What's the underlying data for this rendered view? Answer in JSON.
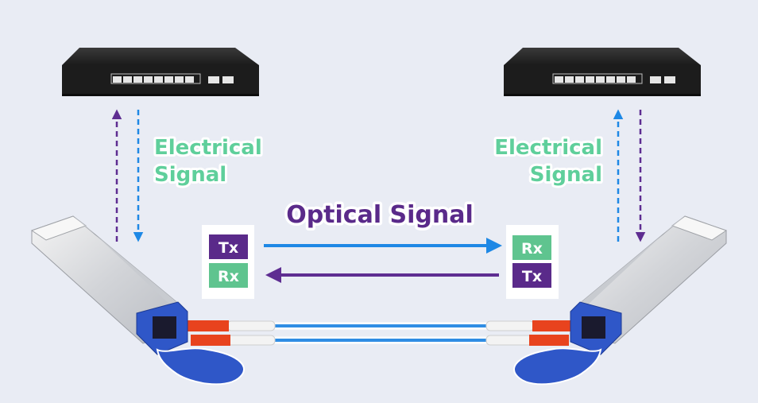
{
  "colors": {
    "background": "#e9ecf4",
    "electrical_text": "#5fcf9b",
    "optical_text": "#5a2a8a",
    "tx_box": "#5a2a8a",
    "rx_box": "#5fc48f",
    "arrow_blue": "#1e88e5",
    "arrow_purple": "#5e2d91",
    "module_latch": "#2f57c8",
    "connector_red": "#e8431e",
    "switch_body": "#1f1f1f"
  },
  "labels": {
    "optical_signal": "Optical Signal",
    "electrical_left_line1": "Electrical",
    "electrical_left_line2": "Signal",
    "electrical_right_line1": "Electrical",
    "electrical_right_line2": "Signal"
  },
  "left_card": {
    "top": "Tx",
    "bottom": "Rx"
  },
  "right_card": {
    "top": "Rx",
    "bottom": "Tx"
  },
  "icons": {
    "switch": "network-switch-icon",
    "transceiver": "optical-transceiver-icon",
    "fiber": "fiber-cable-icon"
  }
}
